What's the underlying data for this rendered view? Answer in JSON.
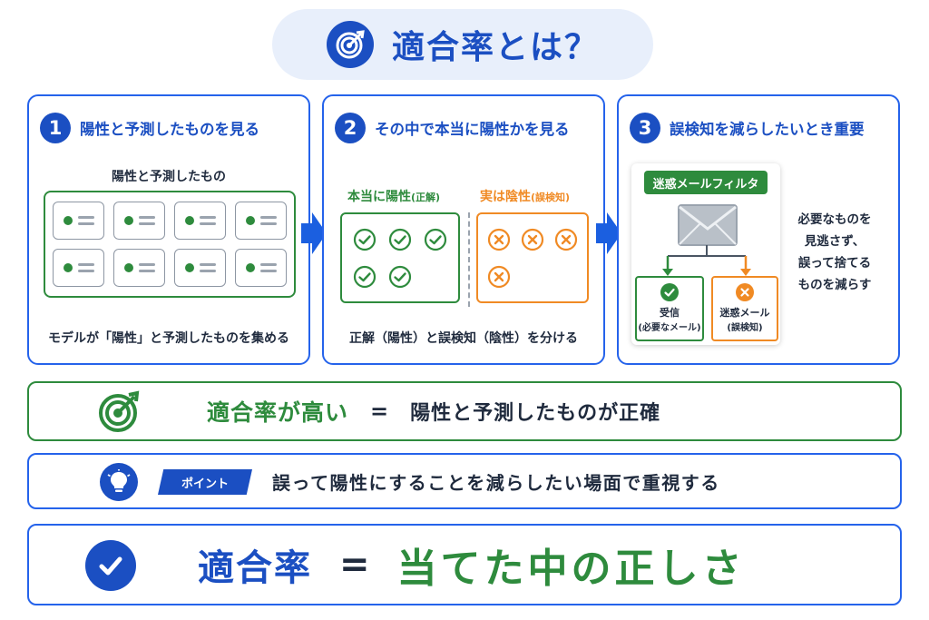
{
  "header": {
    "title": "適合率とは？",
    "icon": "target-icon"
  },
  "steps": [
    {
      "number": "1",
      "title": "陽性と予測したものを見る",
      "subtitle": "陽性と予測したもの",
      "caption": "モデルが「陽性」と予測したものを集める"
    },
    {
      "number": "2",
      "title": "その中で本当に陽性かを見る",
      "true_label": "本当に陽性",
      "true_note": "(正解)",
      "false_label": "実は陰性",
      "false_note": "(誤検知)",
      "caption": "正解（陽性）と誤検知（陰性）を分ける"
    },
    {
      "number": "3",
      "title": "誤検知を減らしたいとき重要",
      "filter_label": "迷惑メールフィルタ",
      "inbox_label": "受信",
      "inbox_note": "(必要なメール)",
      "spam_label": "迷惑メール",
      "spam_note": "(誤検知)",
      "note_lines": [
        "必要なものを",
        "見逃さず、",
        "誤って捨てる",
        "ものを減らす"
      ]
    }
  ],
  "summary": {
    "key": "適合率が高い",
    "eq": "=",
    "desc": "陽性と予測したものが正確"
  },
  "point": {
    "tag": "ポイント",
    "text": "誤って陽性にすることを減らしたい場面で重視する"
  },
  "final": {
    "key": "適合率",
    "eq": "=",
    "value": "当てた中の正しさ"
  },
  "colors": {
    "blue": "#1b4fc2",
    "green": "#2e8b3d",
    "orange": "#f08a24"
  }
}
